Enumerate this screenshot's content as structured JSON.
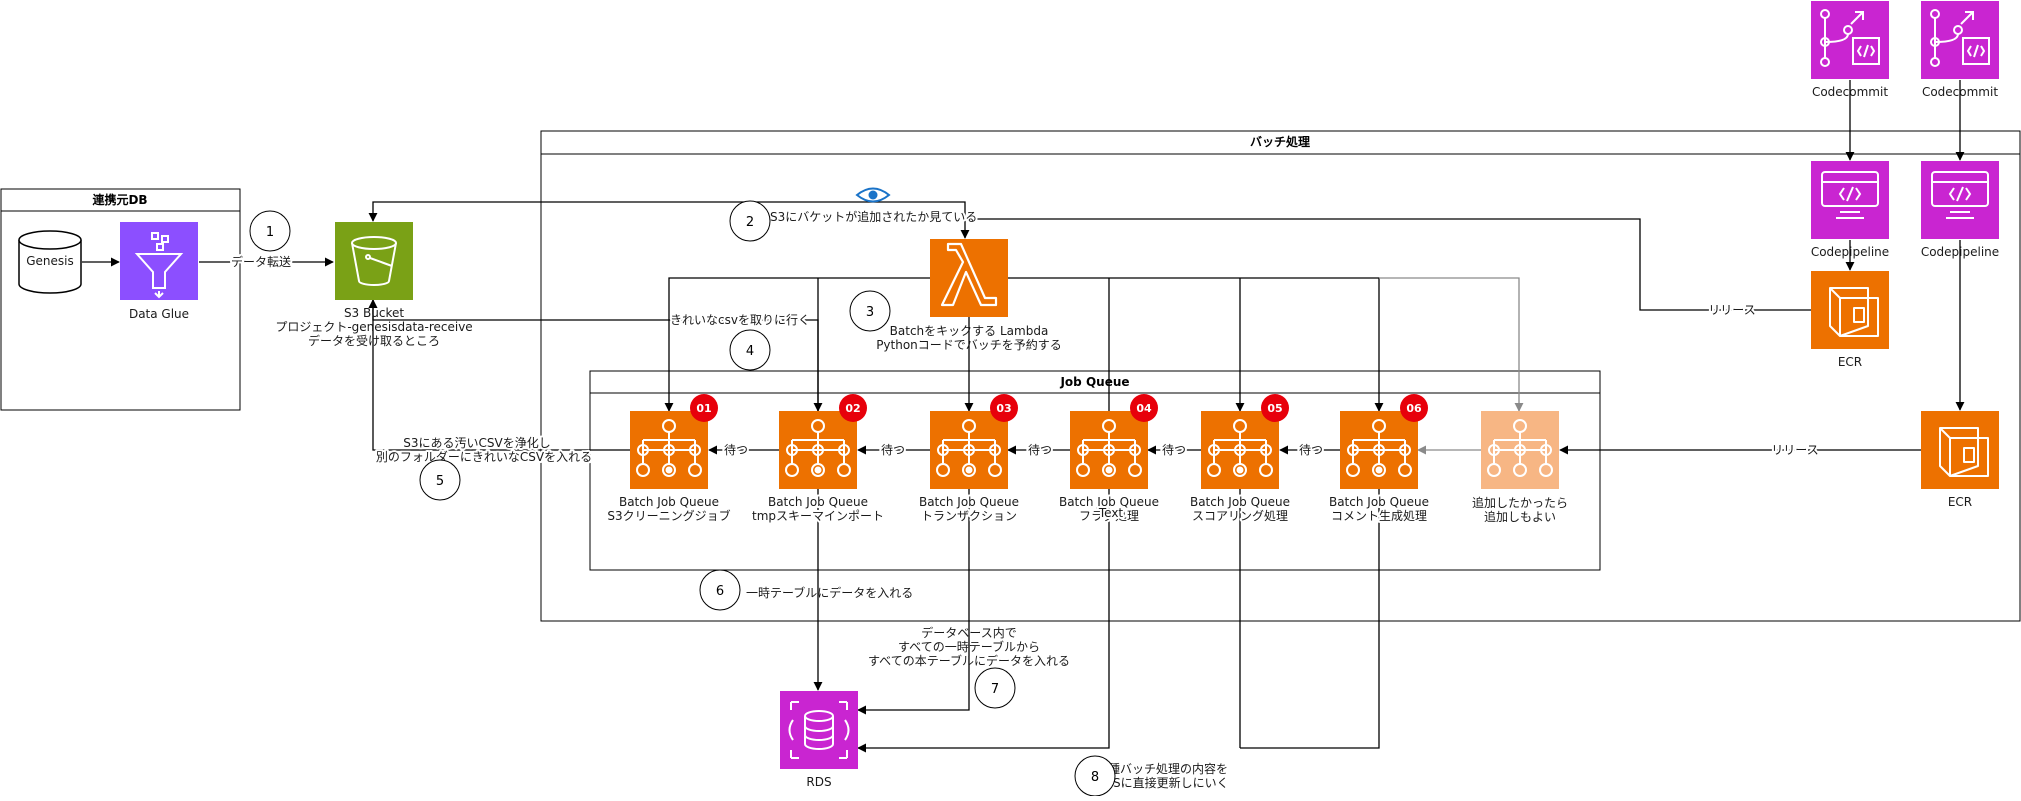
{
  "groups": {
    "source_db": "連携元DB",
    "batch": "バッチ処理",
    "job_queue": "Job Queue"
  },
  "nodes": {
    "genesis": "Genesis",
    "data_glue": "Data Glue",
    "s3": [
      "S3 Bucket",
      "プロジェクト-genesisdata-receive",
      "データを受け取るところ"
    ],
    "lambda": [
      "Batchをキックする Lambda",
      "Pythonコードでバッチを予約する"
    ],
    "codecommit_1": "Codecommit",
    "codecommit_2": "Codecommit",
    "codepipeline_1": "Codepipeline",
    "codepipeline_2": "Codepipeline",
    "ecr_1": "ECR",
    "ecr_2": "ECR",
    "rds": "RDS",
    "text_placeholder": "Text"
  },
  "jobs": [
    {
      "badge": "01",
      "line1": "Batch Job Queue",
      "line2": "S3クリーニングジョブ"
    },
    {
      "badge": "02",
      "line1": "Batch Job Queue",
      "line2": "tmpスキーマインポート"
    },
    {
      "badge": "03",
      "line1": "Batch Job Queue",
      "line2": "トランザクション"
    },
    {
      "badge": "04",
      "line1": "Batch Job Queue",
      "line2": "フラグ処理"
    },
    {
      "badge": "05",
      "line1": "Batch Job Queue",
      "line2": "スコアリング処理"
    },
    {
      "badge": "06",
      "line1": "Batch Job Queue",
      "line2": "コメント生成処理"
    }
  ],
  "extra_job": [
    "追加したかったら",
    "追加しもよい"
  ],
  "edge_labels": {
    "transfer": "データ転送",
    "watch": "S3にバケットが追加されたか見ている",
    "fetch": "きれいなcsvを取りに行く",
    "release_1": "リリース",
    "release_2": "リリース",
    "wait": "待つ",
    "cleanse": [
      "S3にある汚いCSVを浄化し",
      "別のフォルダーにきれいなCSVを入れる"
    ],
    "tmp_table": "一時テーブルにデータを入れる",
    "db_move": [
      "データベース内で",
      "すべての一時テーブルから",
      "すべての本テーブルにデータを入れる"
    ],
    "direct_update": [
      "各種バッチ処理の内容を",
      "RDSに直接更新しにいく"
    ]
  },
  "steps": [
    "1",
    "2",
    "3",
    "4",
    "5",
    "6",
    "7",
    "8"
  ],
  "colors": {
    "compute": "#ED7100",
    "compute_faded": "#F7B684",
    "storage": "#7AA116",
    "analytics": "#8C4FFF",
    "devtools": "#C925D1",
    "badge": "#E7000B",
    "eye": "#1A73C8"
  }
}
